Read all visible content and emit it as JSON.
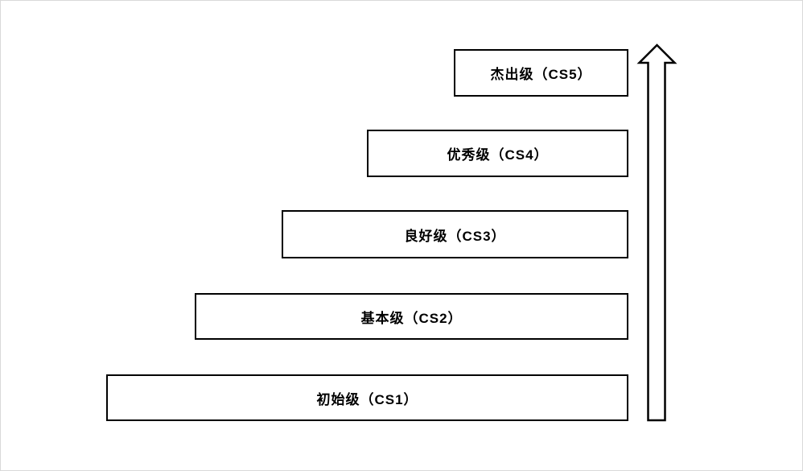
{
  "diagram": {
    "type": "staircase-maturity-levels",
    "levels": [
      {
        "id": "CS5",
        "label": "杰出级（CS5）"
      },
      {
        "id": "CS4",
        "label": "优秀级（CS4）"
      },
      {
        "id": "CS3",
        "label": "良好级（CS3）"
      },
      {
        "id": "CS2",
        "label": "基本级（CS2）"
      },
      {
        "id": "CS1",
        "label": "初始级（CS1）"
      }
    ],
    "arrow": {
      "icon": "up-arrow-icon",
      "direction": "up"
    },
    "colors": {
      "box_border": "#000000",
      "box_fill": "#ffffff",
      "text": "#000000",
      "arrow_outline": "#000000",
      "arrow_fill": "#ffffff",
      "page_border": "#d9d9d9"
    }
  }
}
